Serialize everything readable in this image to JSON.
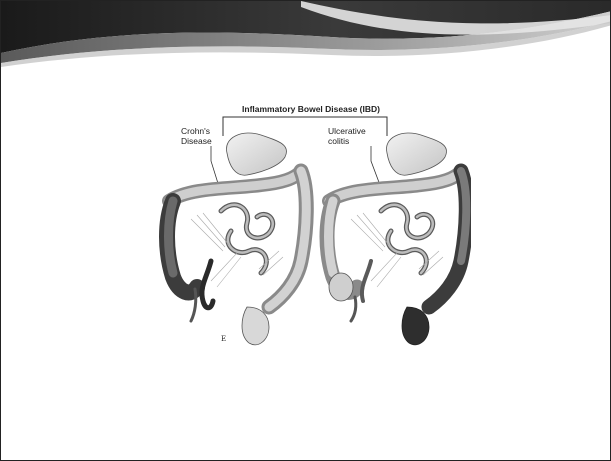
{
  "diagram": {
    "title": "Inflammatory Bowel Disease (IBD)",
    "left_label_line1": "Crohn's",
    "left_label_line2": "Disease",
    "right_label_line1": "Ulcerative",
    "right_label_line2": "colitis",
    "corner_mark": "E"
  },
  "colors": {
    "slide_background": "#ffffff",
    "swoosh_dark": "#2a2a2a",
    "swoosh_mid": "#8a8a8a",
    "swoosh_light": "#d8d8d8"
  }
}
